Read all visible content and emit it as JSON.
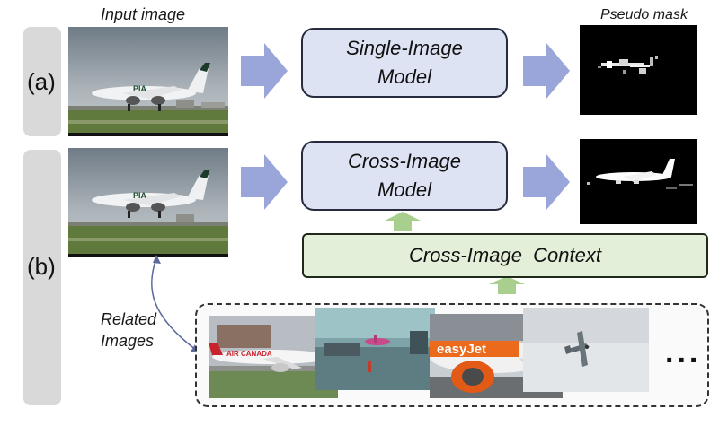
{
  "labels": {
    "input_image": "Input image",
    "pseudo_mask": "Pseudo mask",
    "row_a": "(a)",
    "row_b": "(b)",
    "related_images_line1": "Related",
    "related_images_line2": "Images",
    "ellipsis": "..."
  },
  "boxes": {
    "single_line1": "Single-Image",
    "single_line2": "Model",
    "cross_line1": "Cross-Image",
    "cross_line2": "Model",
    "context": "Cross-Image  Context"
  },
  "photo_texts": {
    "air_canada": "AIR CANADA",
    "easyjet": "easyJet"
  },
  "colors": {
    "arrow_blue": "#9aa6da",
    "arrow_green": "#a8cf8e",
    "model_fill": "#dde3f3",
    "context_fill": "#e3efd9",
    "label_bar": "#d9d9d9"
  }
}
